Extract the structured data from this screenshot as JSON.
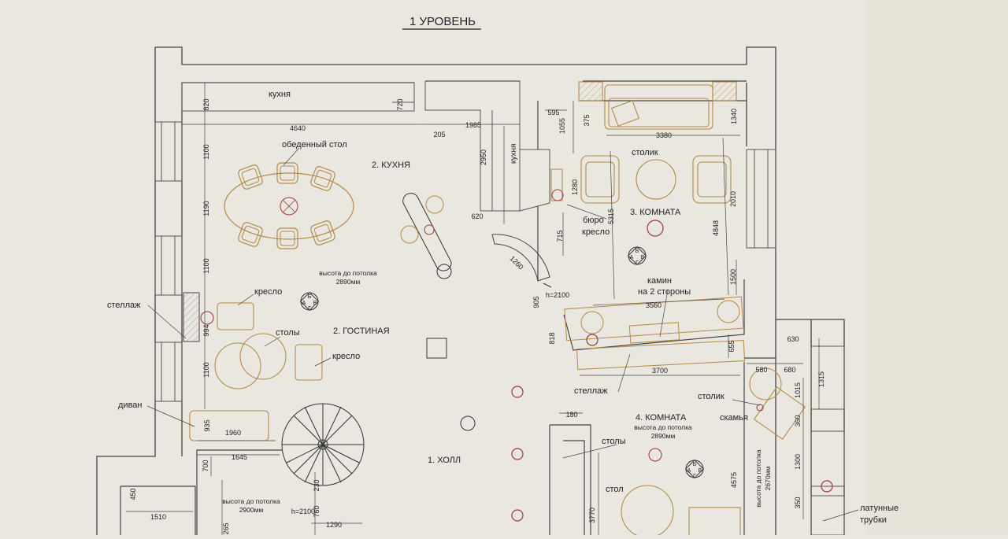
{
  "plan": {
    "title": "1 УРОВЕНЬ",
    "rooms": {
      "kitchen": "2. КУХНЯ",
      "living": "2. ГОСТИНАЯ",
      "room3": "3. КОМНАТА",
      "room4": "4. КОМНАТА",
      "hall": "1. ХОЛЛ"
    },
    "labels": {
      "kitchen_top": "кухня",
      "kitchen_side": "кухня",
      "dining_table": "обеденный стол",
      "armchair1": "кресло",
      "armchair2": "кресло",
      "armchair3": "кресло",
      "shelving1": "стеллаж",
      "shelving2": "стеллаж",
      "tables1": "столы",
      "tables2": "столы",
      "sofa": "диван",
      "coffee_table1": "столик",
      "coffee_table2": "столик",
      "bureau": "бюро",
      "fireplace1": "камин",
      "fireplace2": "на 2 стороны",
      "bench": "скамья",
      "table": "стол",
      "brass1": "латунные",
      "brass2": "трубки"
    },
    "heights": {
      "living1": "высота до потолка",
      "living2": "2890мм",
      "room4a": "высота до потолка",
      "room4b": "2890мм",
      "lowa": "высота до потолка",
      "lowb": "2900мм",
      "righta": "высота до потолка",
      "rightb": "2670мм"
    },
    "dims": {
      "d820": "820",
      "d720": "720",
      "d4640": "4640",
      "d205": "205",
      "d1985": "1985",
      "d595": "595",
      "d1055": "1055",
      "d375": "375",
      "d3380": "3380",
      "d1340": "1340",
      "d1100a": "1100",
      "d1190": "1190",
      "d1100b": "1100",
      "d994": "994",
      "d1100c": "1100",
      "d935": "935",
      "d1960": "1960",
      "d1645": "1645",
      "d700": "700",
      "d450": "450",
      "d1510": "1510",
      "d265": "265",
      "d2950": "2950",
      "d620": "620",
      "d1260": "1260",
      "d1280": "1280",
      "d715": "715",
      "d5315": "5315",
      "d4848": "4848",
      "d2010": "2010",
      "d1500": "1500",
      "d3560": "3560",
      "d905": "905",
      "dh2100a": "h=2100",
      "d818": "818",
      "d655": "655",
      "d3700": "3700",
      "d630": "630",
      "d580": "580",
      "d680": "680",
      "d1315": "1315",
      "d1015": "1015",
      "d360": "360",
      "d180": "180",
      "d4575": "4575",
      "d1300": "1300",
      "d350": "350",
      "d3770": "3770",
      "d230": "230",
      "d760": "760",
      "dh2100b": "h=2100",
      "d1290": "1290"
    },
    "marker_letters": {
      "a": "А",
      "b": "Б",
      "v": "В",
      "g": "Г"
    }
  }
}
